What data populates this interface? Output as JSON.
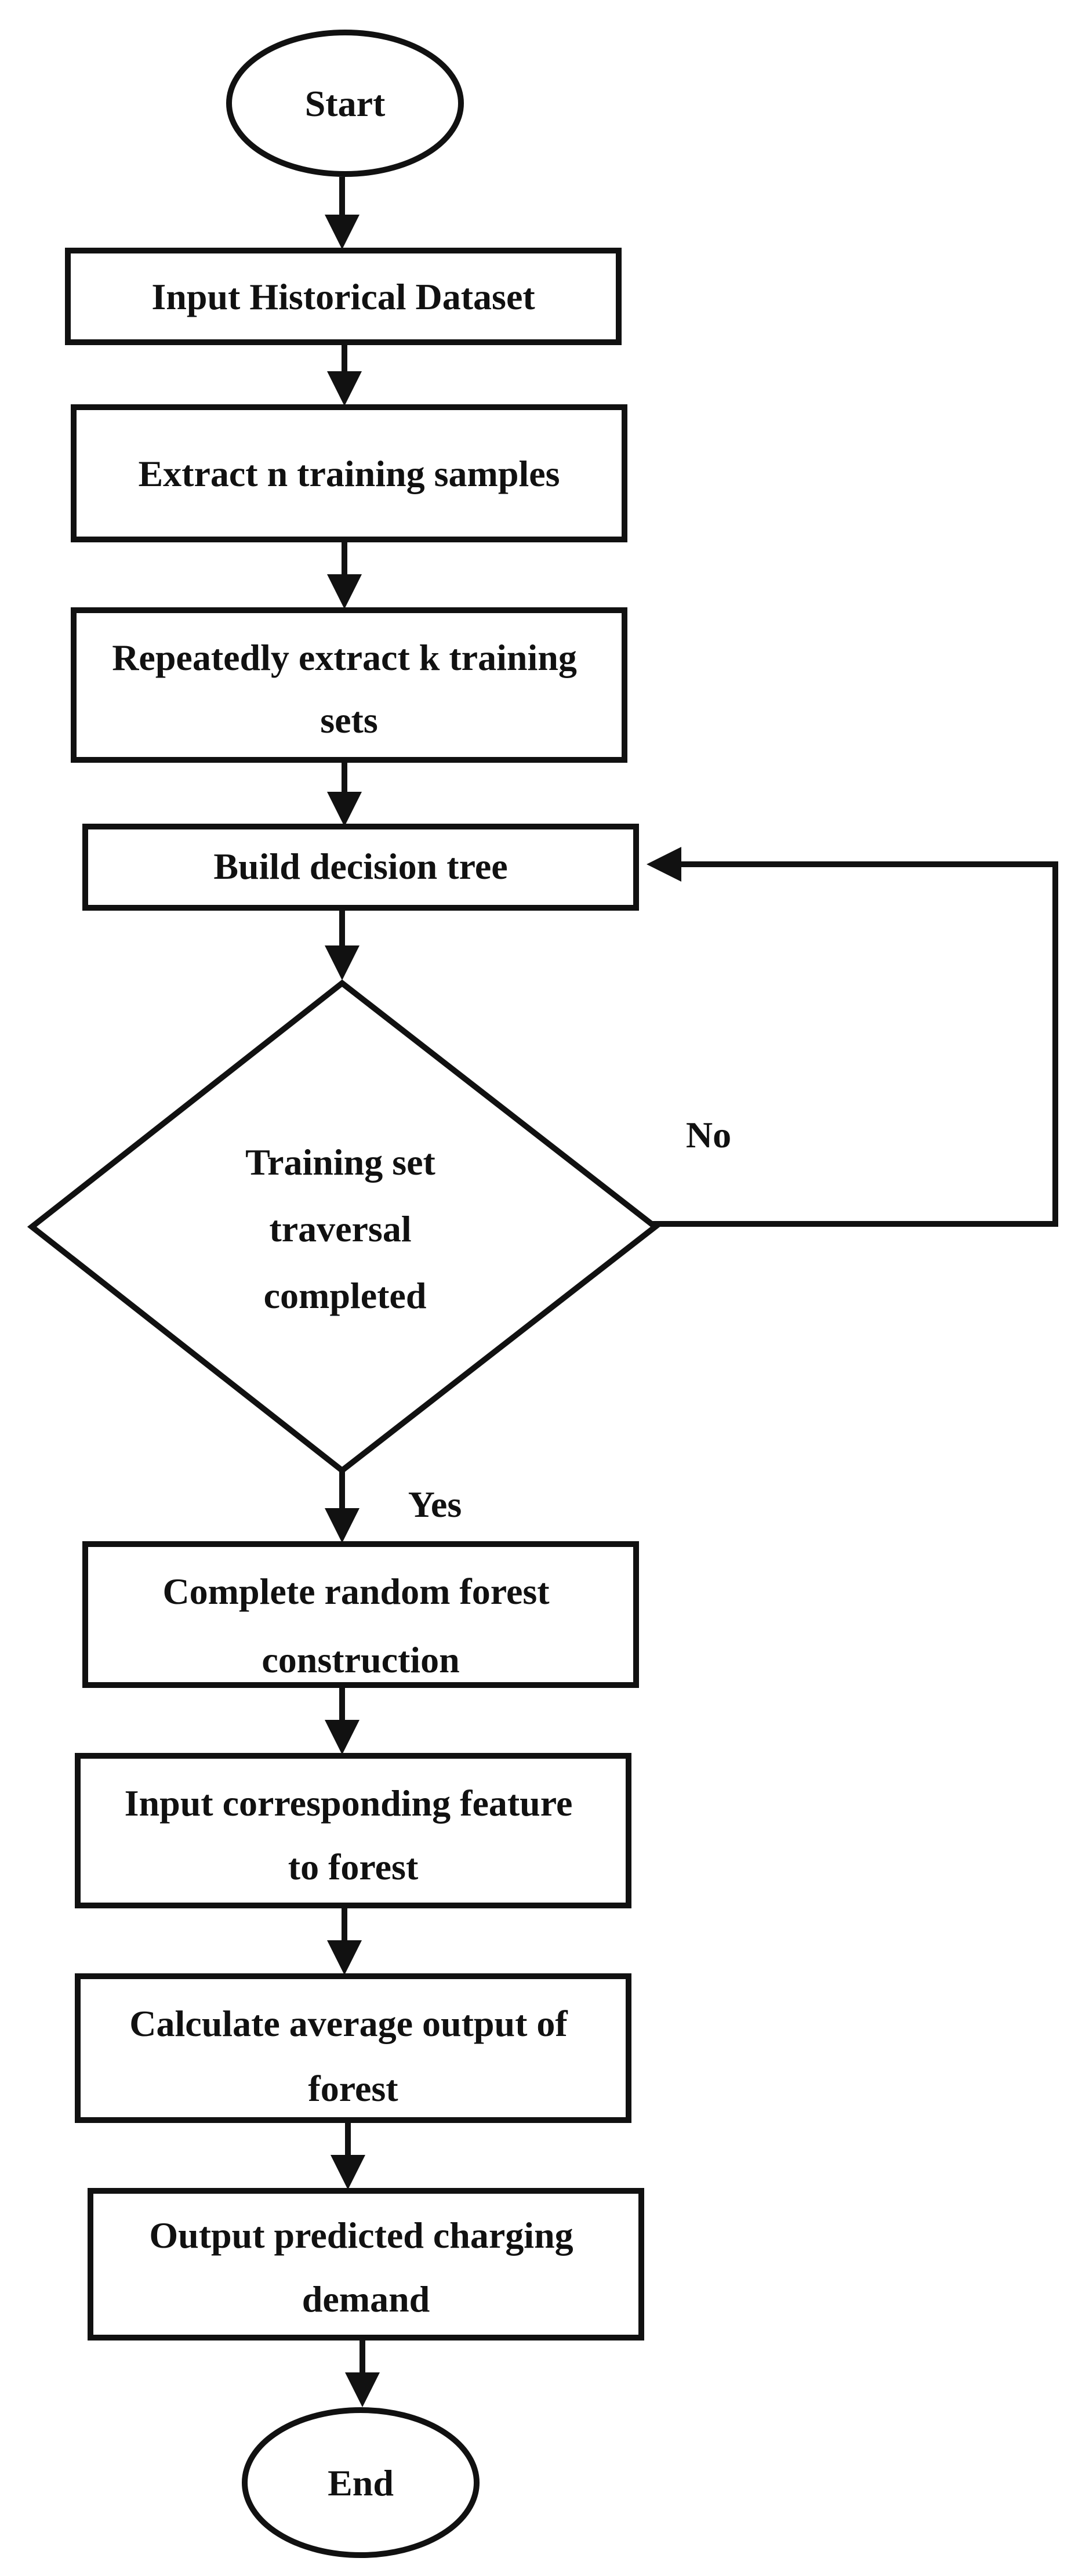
{
  "nodes": {
    "start": {
      "lines": [
        "Start"
      ]
    },
    "input_dataset": {
      "lines": [
        "Input Historical Dataset"
      ]
    },
    "extract_samples": {
      "lines": [
        "Extract n training samples"
      ]
    },
    "extract_sets": {
      "lines": [
        "Repeatedly extract k training",
        "sets"
      ]
    },
    "build_tree": {
      "lines": [
        "Build decision tree"
      ]
    },
    "traversal_check": {
      "lines": [
        "Training set",
        "traversal",
        "completed"
      ]
    },
    "complete_forest": {
      "lines": [
        "Complete random forest",
        "construction"
      ]
    },
    "input_features": {
      "lines": [
        "Input corresponding feature",
        "to forest"
      ]
    },
    "calc_average": {
      "lines": [
        "Calculate average output of",
        "forest"
      ]
    },
    "output_demand": {
      "lines": [
        "Output predicted charging",
        "demand"
      ]
    },
    "end": {
      "lines": [
        "End"
      ]
    }
  },
  "edges": {
    "no_label": "No",
    "yes_label": "Yes"
  }
}
